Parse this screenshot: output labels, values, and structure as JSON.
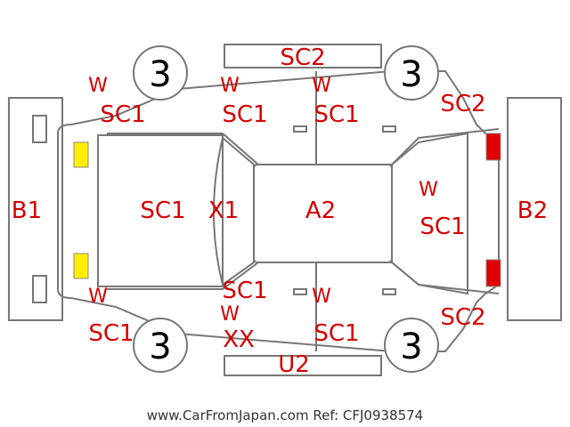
{
  "tires": {
    "front_left": "3",
    "front_right": "3",
    "rear_left": "3",
    "rear_right": "3"
  },
  "labels": {
    "roof_top_panel": "SC2",
    "front_left_w": "W",
    "front_left_sc1": "SC1",
    "left_pillar_w": "W",
    "left_pillar_sc1": "SC1",
    "left_mid_w": "W",
    "left_mid_sc1": "SC1",
    "rear_left_sc2": "SC2",
    "front_bumper": "B1",
    "hood": "SC1",
    "windshield": "X1",
    "roof": "A2",
    "rear_window_w": "W",
    "rear_window_sc1": "SC1",
    "rear_bumper": "B2",
    "front_right_w": "W",
    "front_right_sc1": "SC1",
    "right_pillar_sc1": "SC1",
    "right_pillar_w": "W",
    "right_pillar_xx": "XX",
    "right_mid_w": "W",
    "right_mid_sc1": "SC1",
    "rear_right_sc2": "SC2",
    "bottom_panel": "U2"
  },
  "footer": "www.CarFromJapan.com Ref: CFJ0938574",
  "colors": {
    "label": "#d40000",
    "front_lights": "#ffee00",
    "rear_lights": "#e00000",
    "outline": "#777777"
  }
}
